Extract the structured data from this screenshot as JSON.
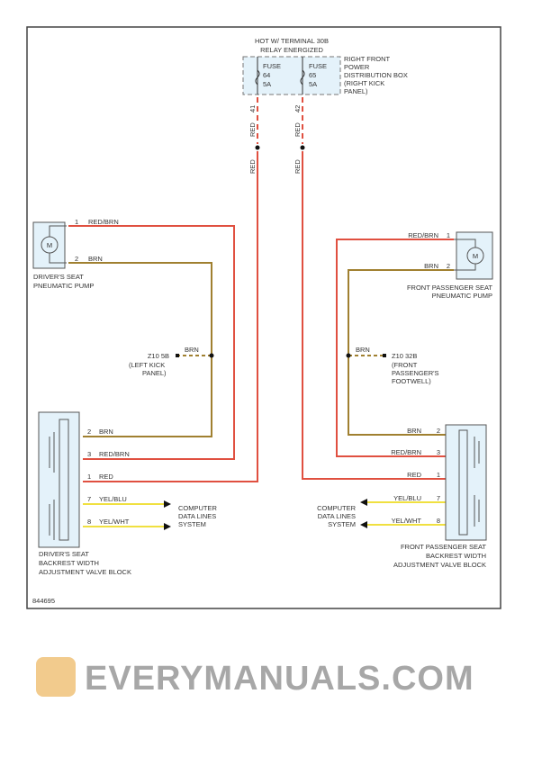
{
  "colors": {
    "red": "#e05040",
    "brown": "#a08030",
    "yellow": "#f0e040",
    "box_fill": "#e4f2fa",
    "box_stroke": "#555555",
    "watermark_logo": "#e8a030"
  },
  "source": {
    "title_line1": "HOT W/ TERMINAL 30B",
    "title_line2": "RELAY ENERGIZED",
    "fuse1": {
      "label": "FUSE",
      "number": "64",
      "rating": "5A",
      "pin": "41"
    },
    "fuse2": {
      "label": "FUSE",
      "number": "65",
      "rating": "5A",
      "pin": "42"
    },
    "box_label": [
      "RIGHT FRONT",
      "POWER",
      "DISTRIBUTION BOX",
      "(RIGHT KICK",
      "PANEL)"
    ]
  },
  "wire_colors": {
    "red": "RED",
    "red_brn": "RED/BRN",
    "brn": "BRN",
    "yel_blu": "YEL/BLU",
    "yel_wht": "YEL/WHT"
  },
  "driver_pump": {
    "motor": "M",
    "label": [
      "DRIVER'S SEAT",
      "PNEUMATIC PUMP"
    ],
    "pins": [
      "1",
      "2"
    ]
  },
  "driver_ground": {
    "id": "Z10 5B",
    "location": [
      "(LEFT KICK",
      "PANEL)"
    ]
  },
  "driver_valve": {
    "label": [
      "DRIVER'S SEAT",
      "BACKREST WIDTH",
      "ADJUSTMENT VALVE BLOCK"
    ],
    "pins": [
      "2",
      "3",
      "1",
      "7",
      "8"
    ]
  },
  "passenger_pump": {
    "motor": "M",
    "label": [
      "FRONT PASSENGER SEAT",
      "PNEUMATIC PUMP"
    ],
    "pins": [
      "1",
      "2"
    ]
  },
  "passenger_ground": {
    "id": "Z10 32B",
    "location": [
      "(FRONT",
      "PASSENGER'S",
      "FOOTWELL)"
    ]
  },
  "passenger_valve": {
    "label": [
      "FRONT PASSENGER SEAT",
      "BACKREST WIDTH",
      "ADJUSTMENT VALVE BLOCK"
    ],
    "pins": [
      "2",
      "3",
      "1",
      "7",
      "8"
    ]
  },
  "data_lines": [
    "COMPUTER",
    "DATA LINES",
    "SYSTEM"
  ],
  "diagram_id": "844695",
  "watermark": "EVERYMANUALS.COM"
}
